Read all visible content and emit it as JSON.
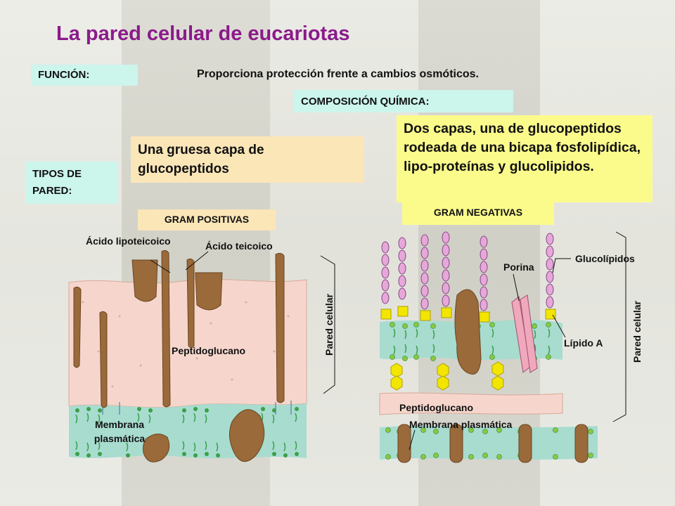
{
  "title": "La pared celular de eucariotas",
  "funcion": {
    "label": "FUNCIÓN:",
    "text": "Proporciona protección frente a cambios osmóticos."
  },
  "composicion_label": "COMPOSICIÓN QUÍMICA:",
  "tipos_label": "TIPOS DE PARED:",
  "gram_positivas": {
    "description": "Una gruesa capa de glucopeptidos",
    "label": "GRAM POSITIVAS",
    "labels": {
      "acido_lipoteicoico": "Ácido lipoteicoico",
      "acido_teicoico": "Ácido teicoico",
      "peptidoglucano": "Peptidoglucano",
      "membrana": "Membrana plasmática",
      "pared_celular": "Pared celular"
    }
  },
  "gram_negativas": {
    "description": "Dos capas, una de glucopeptidos rodeada de una bicapa fosfolipídica, lipo-proteínas y glucolipidos.",
    "label": "GRAM NEGATIVAS",
    "labels": {
      "porina": "Porina",
      "glucolipidos": "Glucolípidos",
      "lipido_a": "Lípido A",
      "peptidoglucano": "Peptidoglucano",
      "membrana": "Membrana plasmática",
      "pared_celular": "Pared celular"
    }
  },
  "colors": {
    "title": "#8b1a8b",
    "tag_bg": "#ccf5ec",
    "positivas_box": "#fbe6b8",
    "negativas_box": "#fbfb8c",
    "gram_label_bg": "#fbe6b8",
    "peptidoglycan_layer": "#f6d6cc",
    "membrane": "#a8dccf",
    "teichoic_brown": "#9a6a3a",
    "lipid_head_green": "#8ec63f",
    "glycolipid_pink": "#e6a8d8",
    "lipid_a_yellow": "#f2e600",
    "porin_pink": "#f0a8bc"
  }
}
